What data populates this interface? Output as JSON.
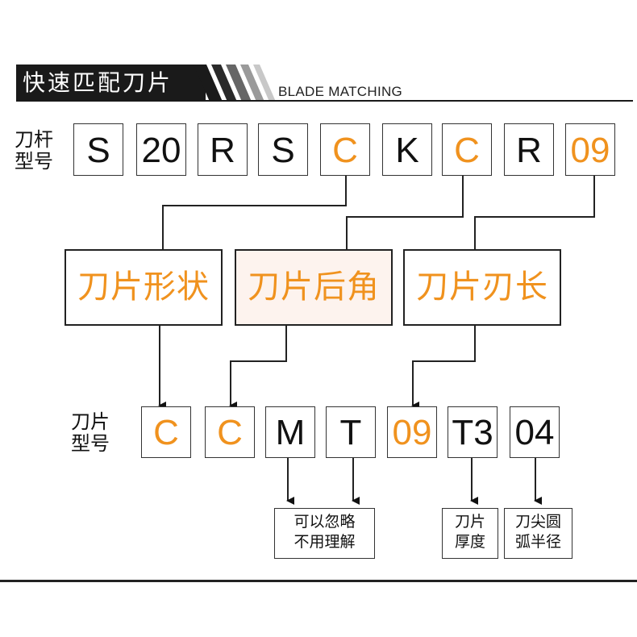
{
  "header": {
    "title": "快速匹配刀片",
    "subtitle": "BLADE MATCHING"
  },
  "holder": {
    "label_line1": "刀杆",
    "label_line2": "型号",
    "cells": [
      {
        "text": "S",
        "highlight": false
      },
      {
        "text": "20",
        "highlight": false
      },
      {
        "text": "R",
        "highlight": false
      },
      {
        "text": "S",
        "highlight": false
      },
      {
        "text": "C",
        "highlight": true
      },
      {
        "text": "K",
        "highlight": false
      },
      {
        "text": "C",
        "highlight": true
      },
      {
        "text": "R",
        "highlight": false
      },
      {
        "text": "09",
        "highlight": true
      }
    ]
  },
  "middle": {
    "boxes": [
      {
        "label": "刀片形状"
      },
      {
        "label": "刀片后角"
      },
      {
        "label": "刀片刃长"
      }
    ]
  },
  "insert": {
    "label_line1": "刀片",
    "label_line2": "型号",
    "cells": [
      {
        "text": "C",
        "highlight": true
      },
      {
        "text": "C",
        "highlight": true
      },
      {
        "text": "M",
        "highlight": false
      },
      {
        "text": "T",
        "highlight": false
      },
      {
        "text": "09",
        "highlight": true
      },
      {
        "text": "T3",
        "highlight": false
      },
      {
        "text": "04",
        "highlight": false
      }
    ]
  },
  "notes": [
    {
      "line1": "可以忽略",
      "line2": "不用理解"
    },
    {
      "line1": "刀片",
      "line2": "厚度"
    },
    {
      "line1": "刀尖圆",
      "line2": "弧半径"
    }
  ],
  "colors": {
    "accent": "#f0921e",
    "dark": "#1a1a1a",
    "mid_box_bg_tint": "#fdf3ee"
  }
}
